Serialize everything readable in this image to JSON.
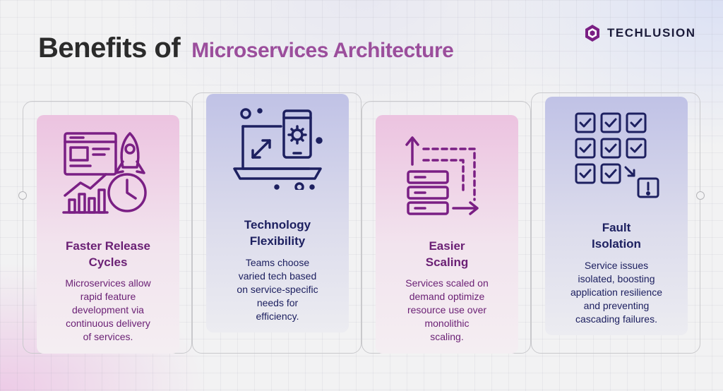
{
  "title": {
    "part1": "Benefits of",
    "part2": "Microservices Architecture"
  },
  "brand": {
    "name": "TECHLUSION",
    "icon": "techlusion-logo-icon"
  },
  "colors": {
    "purple": "#7a1f84",
    "navy": "#1d2060",
    "pink_card": "#ecc3e0",
    "blue_card": "#c0c2e6"
  },
  "cards": [
    {
      "title_line1": "Faster Release",
      "title_line2": "Cycles",
      "description": [
        "Microservices allow",
        "rapid feature",
        "development via",
        "continuous delivery",
        "of services."
      ],
      "icon": "rocket-growth-icon"
    },
    {
      "title_line1": "Technology",
      "title_line2": "Flexibility",
      "description": [
        "Teams choose",
        "varied tech based",
        "on service-specific",
        "needs for",
        "efficiency."
      ],
      "icon": "laptop-gear-icon"
    },
    {
      "title_line1": "Easier",
      "title_line2": "Scaling",
      "description": [
        "Services scaled on",
        "demand optimize",
        "resource use over",
        "monolithic",
        "scaling."
      ],
      "icon": "server-scaling-icon"
    },
    {
      "title_line1": "Fault",
      "title_line2": "Isolation",
      "description": [
        "Service issues",
        "isolated, boosting",
        "application resilience",
        "and preventing",
        "cascading failures."
      ],
      "icon": "checkbox-grid-alert-icon"
    }
  ]
}
